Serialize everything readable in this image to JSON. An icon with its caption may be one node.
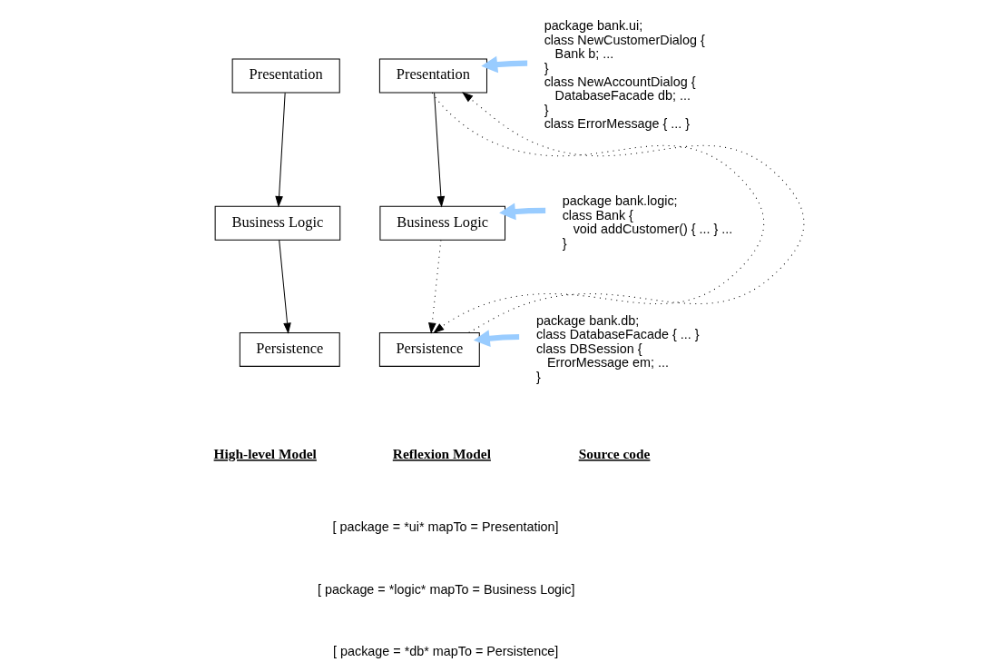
{
  "diagram": {
    "nodes": [
      {
        "text": [
          "Presentation"
        ]
      },
      {
        "text": [
          "Business Logic"
        ]
      },
      {
        "text": [
          "Persistence"
        ]
      },
      {
        "text": [
          "Presentation"
        ]
      },
      {
        "text": [
          "Business Logic"
        ]
      },
      {
        "text": [
          "Persistence"
        ]
      },
      {
        "text": [
          "package bank.ui;",
          "class NewCustomerDialog {",
          "Bank b; ...",
          "}",
          "class NewAccountDialog {",
          "DatabaseFacade db; ...",
          "}",
          "class ErrorMessage { ... }"
        ]
      },
      {
        "text": [
          "package bank.logic;",
          "class Bank {",
          "void addCustomer() { ... } ...",
          "}"
        ]
      },
      {
        "text": [
          "package bank.db;",
          "class DatabaseFacade { ... }",
          "class DBSession {",
          "ErrorMessage em; ...",
          "}"
        ]
      }
    ],
    "edges": [
      {
        "from": 0,
        "to": 1,
        "arrow": "to"
      },
      {
        "from": 1,
        "to": 2,
        "arrow": "to"
      },
      {
        "from": 3,
        "to": 4,
        "arrow": "to"
      },
      {
        "from": 4,
        "to": 5,
        "arrow": "to",
        "style": "dashed"
      },
      {
        "from": 3,
        "to": 5,
        "arrow": "to",
        "style": "dashed"
      },
      {
        "from": 5,
        "to": 3,
        "arrow": "to",
        "style": "dashed"
      },
      {
        "from": 6,
        "to": 3,
        "arrow": "to",
        "style": "thick",
        "color": "#99ccff"
      },
      {
        "from": 7,
        "to": 4,
        "arrow": "to",
        "style": "thick",
        "color": "#99ccff"
      },
      {
        "from": 8,
        "to": 5,
        "arrow": "to",
        "style": "thick",
        "color": "#99ccff"
      }
    ],
    "labels": [
      "High-level Model",
      "Reflexion Model",
      "Source code",
      "[ package = *ui* mapTo = Presentation]",
      "[ package = *logic* mapTo = Business Logic]",
      "[ package = *db* mapTo = Persistence]"
    ]
  }
}
